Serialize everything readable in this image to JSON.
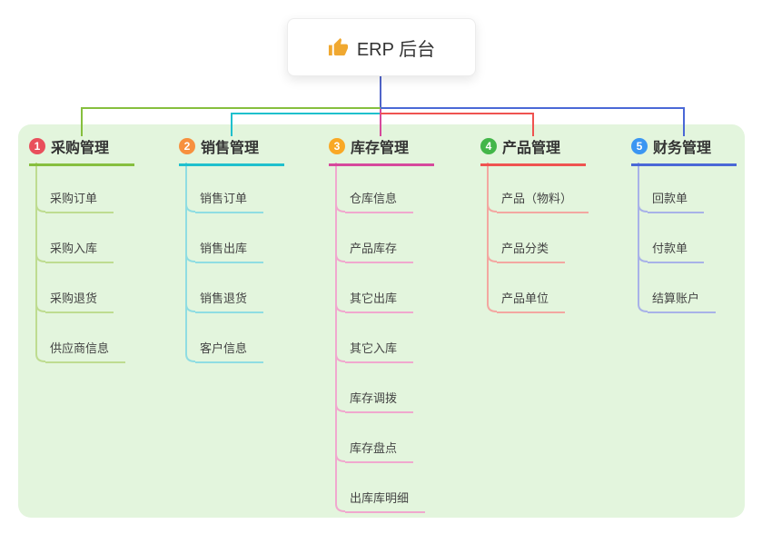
{
  "root": {
    "label": "ERP 后台",
    "icon": "thumbs-up-icon",
    "icon_color": "#f0a830",
    "stem_color": "#5064c9"
  },
  "panel": {
    "background": "#e3f5dd"
  },
  "branches": [
    {
      "index": "1",
      "title": "采购管理",
      "badge_color": "#e94f5c",
      "line_color": "#86bf3e",
      "child_line_color": "#bedc90",
      "children": [
        "采购订单",
        "采购入库",
        "采购退货",
        "供应商信息"
      ]
    },
    {
      "index": "2",
      "title": "销售管理",
      "badge_color": "#f7903e",
      "line_color": "#1fc0cd",
      "child_line_color": "#8fdde2",
      "children": [
        "销售订单",
        "销售出库",
        "销售退货",
        "客户信息"
      ]
    },
    {
      "index": "3",
      "title": "库存管理",
      "badge_color": "#f9a825",
      "line_color": "#d6499c",
      "child_line_color": "#f0a8ce",
      "children": [
        "仓库信息",
        "产品库存",
        "其它出库",
        "其它入库",
        "库存调拨",
        "库存盘点",
        "出库库明细"
      ]
    },
    {
      "index": "4",
      "title": "产品管理",
      "badge_color": "#43b649",
      "line_color": "#ef5350",
      "child_line_color": "#f3a7a1",
      "children": [
        "产品（物料）",
        "产品分类",
        "产品单位"
      ]
    },
    {
      "index": "5",
      "title": "财务管理",
      "badge_color": "#3b96f2",
      "line_color": "#4a68d6",
      "child_line_color": "#a8b2e8",
      "children": [
        "回款单",
        "付款单",
        "结算账户"
      ]
    }
  ]
}
